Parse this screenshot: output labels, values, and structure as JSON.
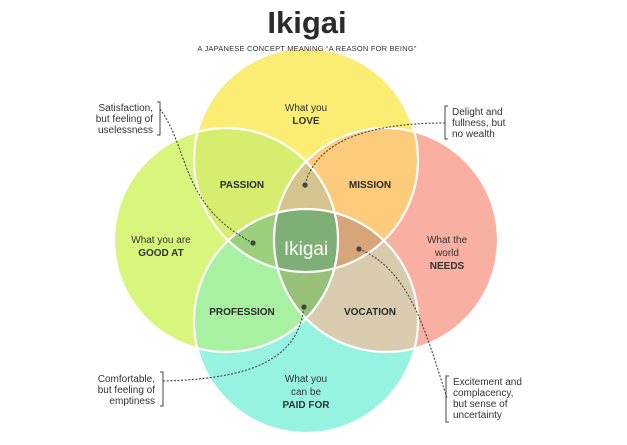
{
  "header": {
    "title": "Ikigai",
    "subtitle": "A JAPANESE CONCEPT MEANING “A REASON FOR BEING”"
  },
  "circles": {
    "love": {
      "line1": "What you",
      "line2": "LOVE",
      "color": "#FBEC74"
    },
    "good_at": {
      "line1": "What you are",
      "line2": "GOOD AT",
      "color": "#D9F67C"
    },
    "world_needs": {
      "line1": "What the",
      "line2": "world",
      "line3": "NEEDS",
      "color": "#F9B0A2"
    },
    "paid_for": {
      "line1": "What you",
      "line2": "can be",
      "line3": "PAID FOR",
      "color": "#96F3E2"
    }
  },
  "regions": {
    "passion": {
      "label": "PASSION",
      "color": "#D6EE70"
    },
    "mission": {
      "label": "MISSION",
      "color": "#FCCB7B"
    },
    "profession": {
      "label": "PROFESSION",
      "color": "#A8F0A2"
    },
    "vocation": {
      "label": "VOCATION",
      "color": "#D9CCAE"
    },
    "love_good_needs": {
      "color": "#D3C58D"
    },
    "love_needs_paid": {
      "color": "#D6A57A"
    },
    "good_needs_paid": {
      "color": "#97C178"
    },
    "love_good_paid": {
      "color": "#9BCF7C"
    }
  },
  "center": {
    "label": "Ikigai",
    "color": "#7EAF76"
  },
  "notes": {
    "top_left": [
      "Satisfaction,",
      "but feeling of",
      "uselessness"
    ],
    "top_right": [
      "Delight and",
      "fullness, but",
      "no wealth"
    ],
    "bottom_left": [
      "Comfortable,",
      "but feeling of",
      "emptiness"
    ],
    "bottom_right": [
      "Excitement and",
      "complacency,",
      "but sense of",
      "uncertainty"
    ]
  },
  "colors": {
    "text": "#333333",
    "leader": "#444444"
  }
}
